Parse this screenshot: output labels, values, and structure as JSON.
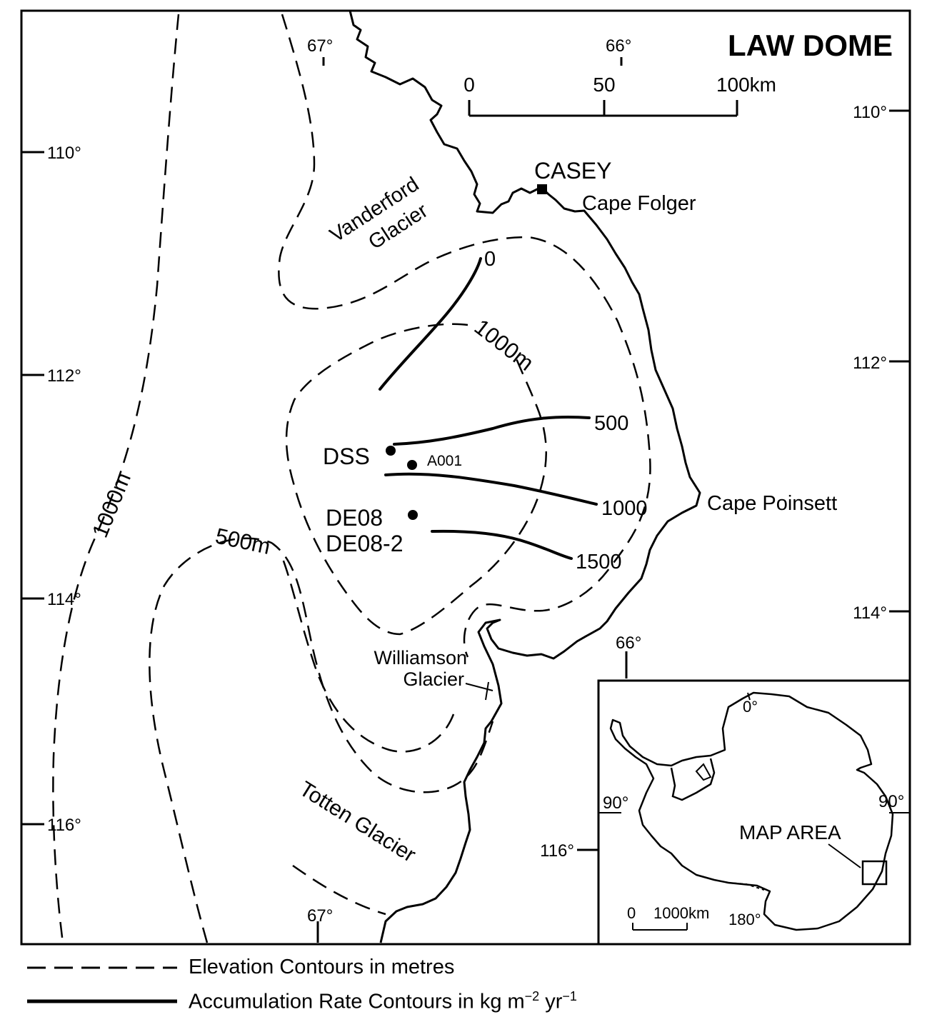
{
  "title": "LAW DOME",
  "scale_bar": {
    "tick_0": "0",
    "tick_50": "50",
    "tick_100": "100km"
  },
  "latitude_labels": {
    "top_67": "67°",
    "top_66": "66°",
    "right_66": "66°",
    "bottom_67": "67°"
  },
  "longitude_labels": {
    "left": [
      "110°",
      "112°",
      "114°",
      "116°"
    ],
    "right": [
      "110°",
      "112°",
      "114°",
      "116°"
    ]
  },
  "places": {
    "casey": "CASEY",
    "cape_folger": "Cape Folger",
    "vanderford_glacier_line1": "Vanderford",
    "vanderford_glacier_line2": "Glacier",
    "cape_poinsett": "Cape Poinsett",
    "williamson_glacier_line1": "Williamson",
    "williamson_glacier_line2": "Glacier",
    "totten_glacier": "Totten Glacier"
  },
  "sites": {
    "dss": "DSS",
    "a001": "A001",
    "de08": "DE08",
    "de08_2": "DE08-2"
  },
  "elevation_contour_labels": {
    "c1000_west": "1000m",
    "c500": "500m",
    "c1000_inner": "1000m"
  },
  "accumulation_contour_labels": {
    "c0": "0",
    "c500": "500",
    "c1000": "1000",
    "c1500": "1500"
  },
  "inset": {
    "lon_0": "0°",
    "lon_90w": "90°",
    "lon_90e": "90°",
    "lon_180": "180°",
    "map_area": "MAP AREA",
    "scale_0": "0",
    "scale_1000": "1000km"
  },
  "legend": {
    "elevation": "Elevation Contours in metres",
    "accumulation_prefix": "Accumulation Rate Contours in kg m",
    "accumulation_exp1": "−2",
    "accumulation_mid": " yr",
    "accumulation_exp2": "−1"
  }
}
